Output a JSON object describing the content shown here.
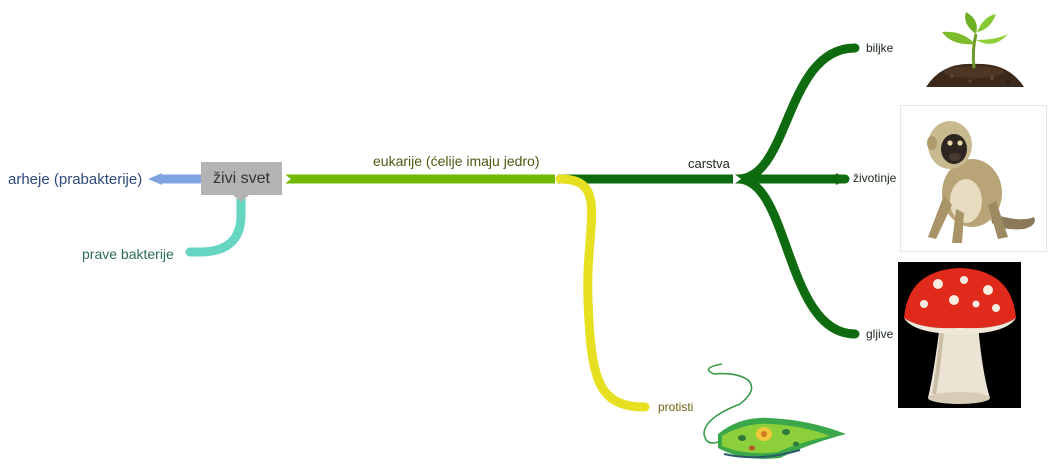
{
  "root": {
    "label": "živi svet"
  },
  "branches": {
    "archaea": {
      "label": "arheje (prabakterije)",
      "color": "#7fa3e0"
    },
    "bacteria": {
      "label": "prave bakterije",
      "color": "#66d6c2"
    },
    "eukaryotes": {
      "label": "eukarije (ćelije imaju jedro)",
      "color": "#73b800"
    },
    "kingdoms": {
      "label": "carstva",
      "color": "#0f6b0f"
    },
    "protists": {
      "label": "protisti",
      "color": "#e6e021"
    }
  },
  "kingdoms": [
    {
      "label": "biljke",
      "image_icon": "sprout-in-soil"
    },
    {
      "label": "životinje",
      "image_icon": "monkey"
    },
    {
      "label": "gljive",
      "image_icon": "red-mushroom"
    }
  ],
  "protists_image_icon": "euglena-cell",
  "colors": {
    "archaea_text": "#2d4a7a",
    "bacteria_text": "#2e6b5a",
    "eukaryotes_text": "#4a5a10",
    "kingdom_text": "#1a2a1a",
    "protists_text": "#6b6410"
  }
}
